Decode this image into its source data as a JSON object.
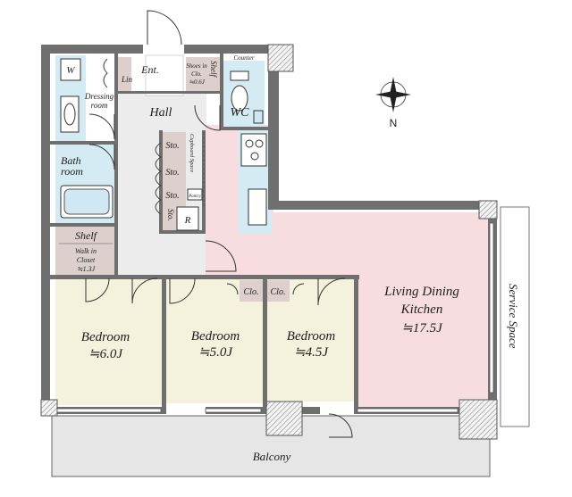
{
  "rooms": {
    "hall": "Hall",
    "entrance": "Ent.",
    "wc": "WC",
    "dressing_line1": "Dressing",
    "dressing_line2": "room",
    "bath_line1": "Bath",
    "bath_line2": "room",
    "shelf_main": "Shelf",
    "wic_line1": "Walk in",
    "wic_line2": "Closet",
    "wic_size": "≒1.3J",
    "bed1_name": "Bedroom",
    "bed1_size": "≒6.0J",
    "bed2_name": "Bedroom",
    "bed2_size": "≒5.0J",
    "bed3_name": "Bedroom",
    "bed3_size": "≒4.5J",
    "ldk_line1": "Living Dining",
    "ldk_line2": "Kitchen",
    "ldk_size": "≒17.5J",
    "balcony": "Balcony",
    "service": "Service Space"
  },
  "fixtures": {
    "w": "W",
    "lin": "Lin",
    "shoes_line1": "Shoes in",
    "shoes_line2": "Clo.",
    "shoes_size": "≒0.6J",
    "shelf_top": "Shelf",
    "counter": "Counter",
    "sto1": "Sto.",
    "sto2": "Sto.",
    "sto3": "Sto.",
    "sto4": "Sto.",
    "cupboard": "Cupboard Space",
    "pantry": "Pantry",
    "r": "R",
    "clo1": "Clo.",
    "clo2": "Clo."
  },
  "compass": {
    "north": "N"
  },
  "colors": {
    "ldk_fill": "#f7dde0",
    "bedroom_fill": "#f4f2dc",
    "hall_fill": "#ececec",
    "wet_fill": "#d4ebf4",
    "storage_fill": "#ddd0cc",
    "wall": "#6f6f6f"
  }
}
